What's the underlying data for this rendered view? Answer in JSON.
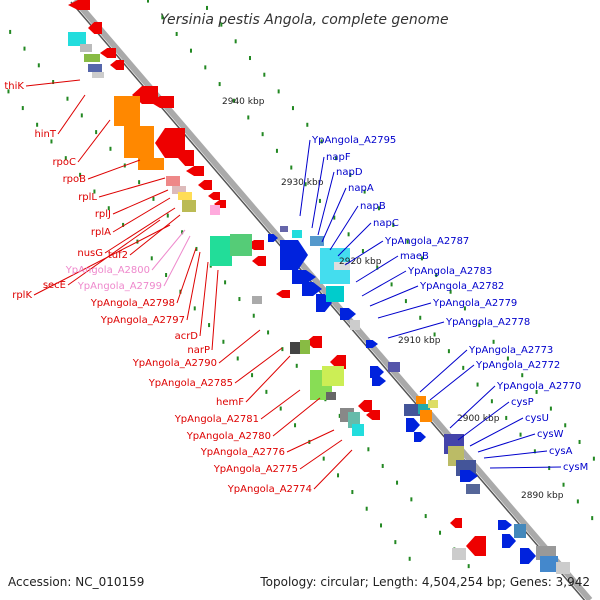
{
  "title": "Yersinia pestis Angola, complete genome",
  "footer": {
    "accession": "Accession: NC_010159",
    "topology": "Topology: circular; Length: 4,504,254 bp; Genes: 3,942"
  },
  "ticks": [
    {
      "label": "2940 kbp"
    },
    {
      "label": "2930 kbp"
    },
    {
      "label": "2920 kbp"
    },
    {
      "label": "2910 kbp"
    },
    {
      "label": "2900 kbp"
    },
    {
      "label": "2890 kbp"
    }
  ],
  "colors": {
    "left_label": "#dd0000",
    "left_label_faded": "#ee88cc",
    "right_label": "#0000cc",
    "backbone": "#999999",
    "tick_dots": "#228822"
  },
  "left_labels": [
    {
      "text": "thiK",
      "faded": false
    },
    {
      "text": "hinT",
      "faded": false
    },
    {
      "text": "rpoC",
      "faded": false
    },
    {
      "text": "rpoB",
      "faded": false
    },
    {
      "text": "rplL",
      "faded": false
    },
    {
      "text": "rplJ",
      "faded": false
    },
    {
      "text": "rplA",
      "faded": false
    },
    {
      "text": "nusG",
      "faded": false
    },
    {
      "text": "tuf2",
      "faded": false
    },
    {
      "text": "secE",
      "faded": false
    },
    {
      "text": "rplK",
      "faded": false
    },
    {
      "text": "YpAngola_A2800",
      "faded": true
    },
    {
      "text": "YpAngola_A2799",
      "faded": true
    },
    {
      "text": "YpAngola_A2798",
      "faded": false
    },
    {
      "text": "YpAngola_A2797",
      "faded": false
    },
    {
      "text": "acrD",
      "faded": false
    },
    {
      "text": "narP",
      "faded": false
    },
    {
      "text": "YpAngola_A2790",
      "faded": false
    },
    {
      "text": "YpAngola_A2785",
      "faded": false
    },
    {
      "text": "hemF",
      "faded": false
    },
    {
      "text": "YpAngola_A2781",
      "faded": false
    },
    {
      "text": "YpAngola_A2780",
      "faded": false
    },
    {
      "text": "YpAngola_A2776",
      "faded": false
    },
    {
      "text": "YpAngola_A2775",
      "faded": false
    },
    {
      "text": "YpAngola_A2774",
      "faded": false
    }
  ],
  "right_labels": [
    {
      "text": "YpAngola_A2795"
    },
    {
      "text": "napF"
    },
    {
      "text": "napD"
    },
    {
      "text": "napA"
    },
    {
      "text": "napB"
    },
    {
      "text": "napC"
    },
    {
      "text": "YpAngola_A2787"
    },
    {
      "text": "maeB"
    },
    {
      "text": "YpAngola_A2783"
    },
    {
      "text": "YpAngola_A2782"
    },
    {
      "text": "YpAngola_A2779"
    },
    {
      "text": "YpAngola_A2778"
    },
    {
      "text": "YpAngola_A2773"
    },
    {
      "text": "YpAngola_A2772"
    },
    {
      "text": "YpAngola_A2770"
    },
    {
      "text": "cysP"
    },
    {
      "text": "cysU"
    },
    {
      "text": "cysW"
    },
    {
      "text": "cysA"
    },
    {
      "text": "cysM"
    }
  ]
}
